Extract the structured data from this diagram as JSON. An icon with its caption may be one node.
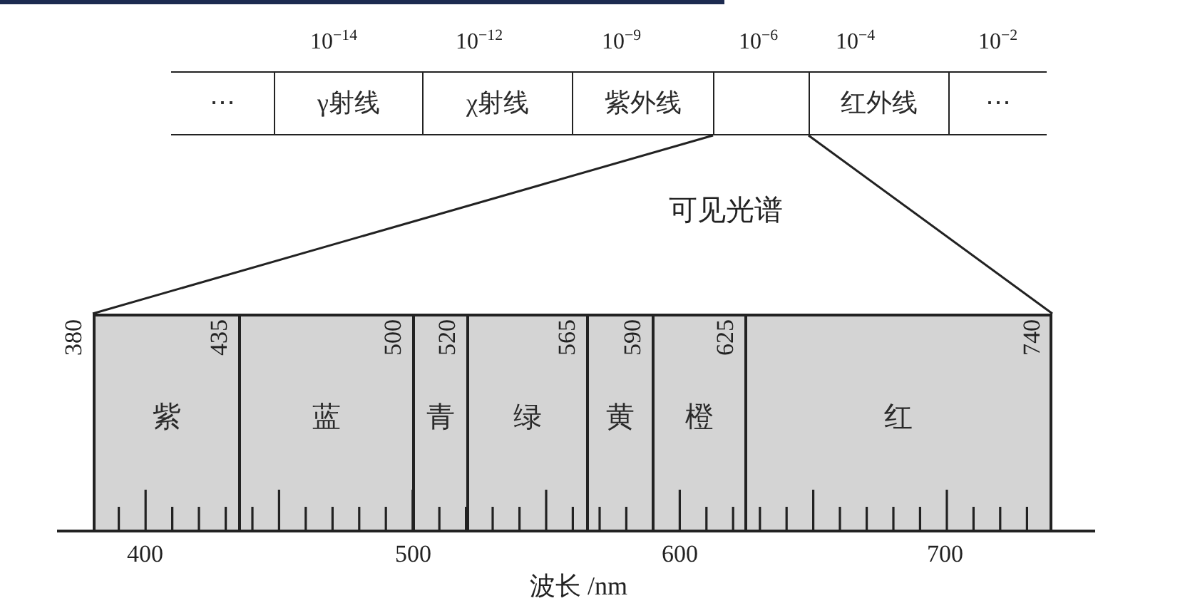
{
  "diagram": {
    "nodes": [
      {
        "text": [
          "⋯"
        ]
      },
      {
        "text": [
          "γ射线"
        ]
      },
      {
        "text": [
          "χ射线"
        ]
      },
      {
        "text": [
          "紫外线"
        ]
      },
      {
        "text": [],
        "shape": "box"
      },
      {
        "text": [
          "红外线"
        ]
      },
      {
        "text": [
          "⋯"
        ]
      },
      {
        "text": [
          "紫"
        ]
      },
      {
        "text": [
          "蓝"
        ]
      },
      {
        "text": [
          "青"
        ]
      },
      {
        "text": [
          "绿"
        ]
      },
      {
        "text": [
          "黄"
        ]
      },
      {
        "text": [
          "橙"
        ]
      },
      {
        "text": [
          "红"
        ]
      }
    ],
    "edges": [
      {
        "from": 4,
        "to": 7,
        "arrow": "none"
      },
      {
        "from": 4,
        "to": 13,
        "arrow": "none"
      }
    ],
    "labels": [
      "10$^{−14}$",
      "10$^{−12}$",
      "10$^{−9}$",
      "10$^{−6}$",
      "10$^{−4}$",
      "10$^{−2}$",
      "可见光谱",
      "380",
      "435",
      "500",
      "520",
      "565",
      "590",
      "625",
      "740",
      "400",
      "500",
      "600",
      "700",
      "波长 /nm"
    ]
  }
}
